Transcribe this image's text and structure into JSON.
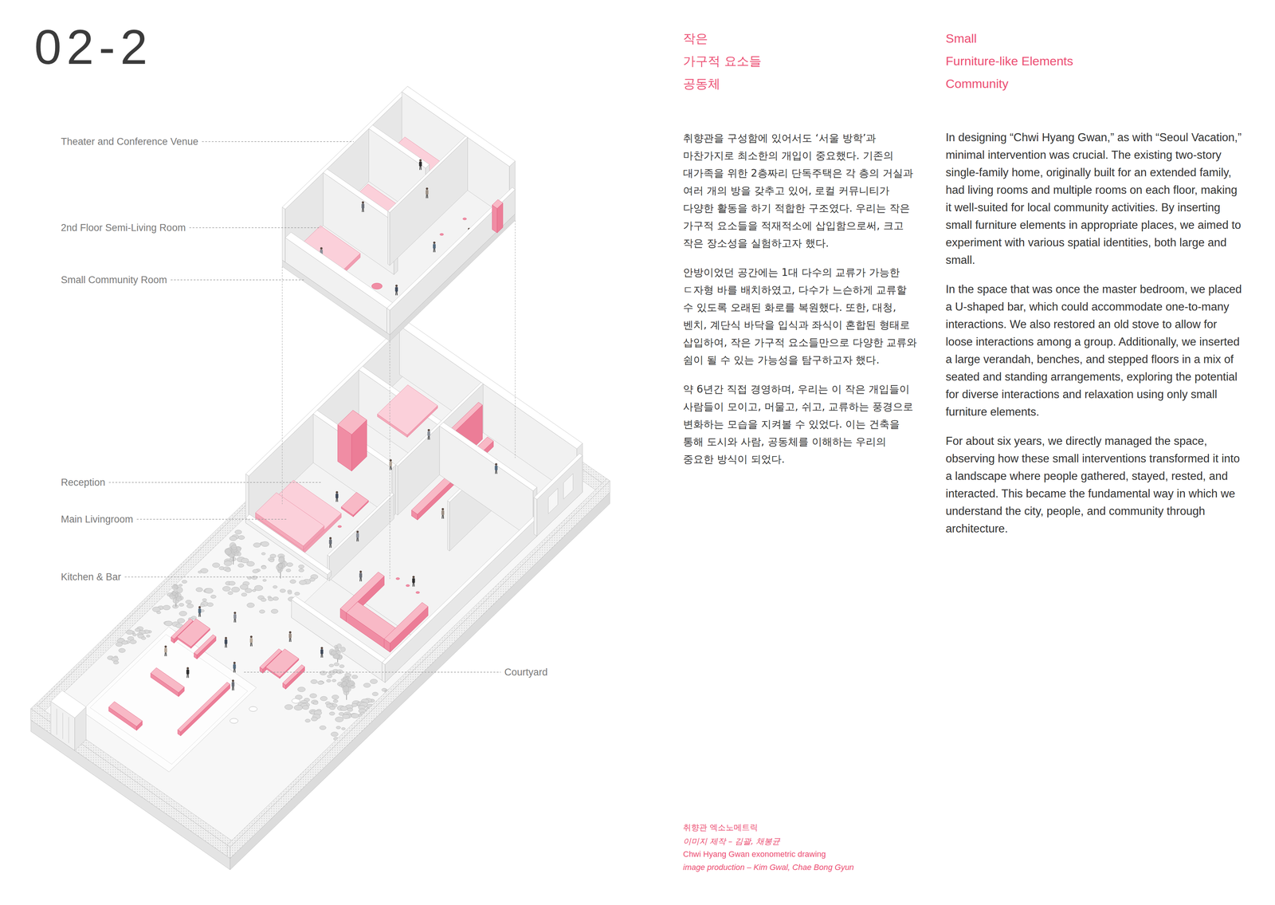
{
  "diagram": {
    "title": "02-2",
    "labels": [
      "작은",
      "가구적 요소들",
      "공동체",
      "Small",
      "Furniture-like Elements",
      "Community",
      "취향관을 구성함에 있어서도 ‘서울 방학’과 마찬가지로 최소한의 개입이 중요했다. 기존의 대가족을 위한 2층짜리 단독주택은 각 층의 거실과 여러 개의 방을 갖추고 있어, 로컬 커뮤니티가 다양한 활동을 하기 적합한 구조였다. 우리는 작은 가구적 요소들을 적재적소에 삽입함으로써, 크고 작은 장소성을 실험하고자 했다.",
      "안방이었던 공간에는 1대 다수의 교류가 가능한 ㄷ자형 바를 배치하였고, 다수가 느슨하게 교류할 수 있도록 오래된 화로를 복원했다. 또한, 대청, 벤치, 계단식 바닥을 입식과 좌식이 혼합된 형태로 삽입하여, 작은 가구적 요소들만으로 다양한 교류와 쉼이 될 수 있는 가능성을 탐구하고자 했다.",
      "약 6년간 직접 경영하며, 우리는 이 작은 개입들이 사람들이 모이고, 머물고, 쉬고, 교류하는 풍경으로 변화하는 모습을 지켜볼 수 있었다. 이는 건축을 통해 도시와 사람, 공동체를 이해하는 우리의 중요한 방식이 되었다.",
      "In designing “Chwi Hyang Gwan,” as with “Seoul Vacation,” minimal intervention was crucial. The existing two-story single-family home, originally built for an extended family, had living rooms and multiple rooms on each floor, making it well-suited for local community activities. By inserting small furniture elements in appropriate places, we aimed to experiment with various spatial identities, both large and small.",
      "In the space that was once the master bedroom, we placed a U-shaped bar, which could accommodate one-to-many interactions. We also restored an old stove to allow for loose interactions among a group. Additionally, we inserted a large verandah, benches, and stepped floors in a mix of seated and standing arrangements, exploring the potential for diverse interactions and relaxation using only small furniture elements.",
      "For about six years, we directly managed the space, observing how these small interventions transformed it into a landscape where people gathered, stayed, rested, and interacted. This became the fundamental way in which we understand the city, people, and community through architecture.",
      "Theater and Conference Venue",
      "2nd Floor Semi-Living Room",
      "Small Community Room",
      "Reception",
      "Main Livingroom",
      "Kitchen & Bar",
      "Courtyard",
      "취향관 엑소노메트릭",
      "이미지 제작 – 김괄, 채봉균",
      "Chwi Hyang Gwan exonometric drawing",
      "image production – Kim Gwal, Chae Bong Gyun"
    ]
  }
}
